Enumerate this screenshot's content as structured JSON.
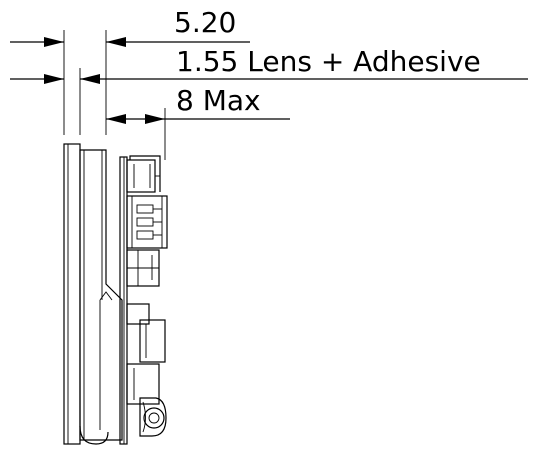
{
  "dimensions": {
    "overall": "5.20",
    "lens_adhesive": "1.55 Lens + Adhesive",
    "max": "8 Max"
  },
  "colors": {
    "line": "#000000",
    "background": "#ffffff"
  }
}
